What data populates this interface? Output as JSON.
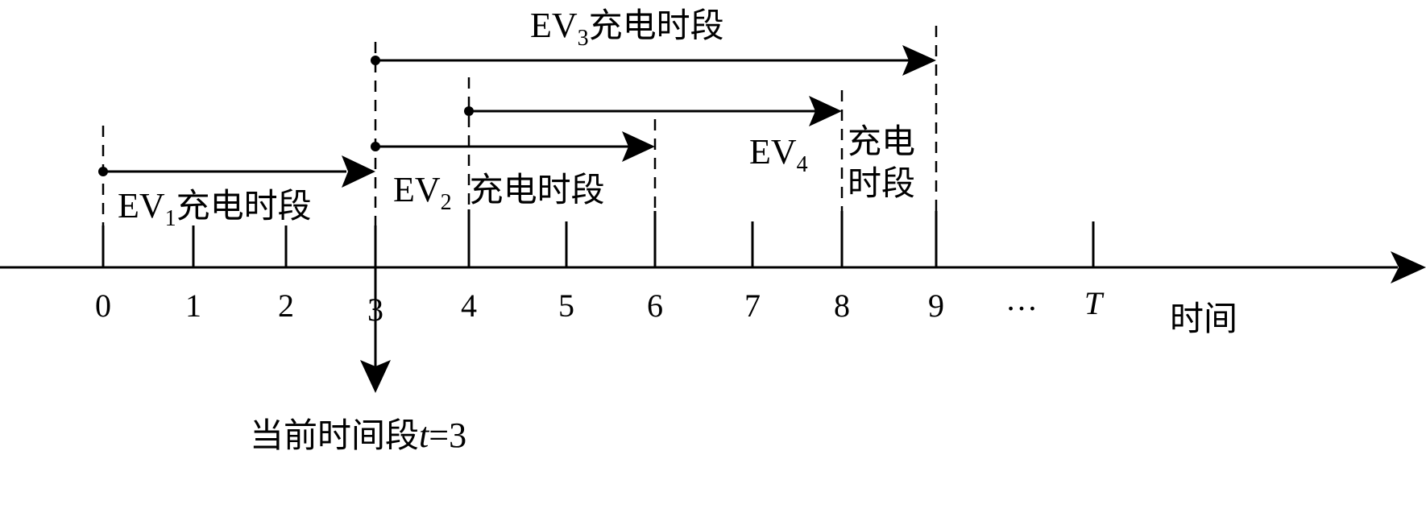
{
  "axis": {
    "tick_labels": [
      "0",
      "1",
      "2",
      "3",
      "4",
      "5",
      "6",
      "7",
      "8",
      "9"
    ],
    "ellipsis": "…",
    "T_label": "T",
    "axis_title": "时间"
  },
  "ev1": {
    "prefix": "EV",
    "sub": "1",
    "text": "充电时段",
    "start": 0,
    "end": 3
  },
  "ev2": {
    "prefix": "EV",
    "sub": "2",
    "text": "充电时段",
    "start": 3,
    "end": 6
  },
  "ev3": {
    "prefix": "EV",
    "sub": "3",
    "text": "充电时段",
    "start": 3,
    "end": 9
  },
  "ev4": {
    "prefix": "EV",
    "sub": "4",
    "text_line1": "充电",
    "text_line2": "时段",
    "start": 4,
    "end": 8
  },
  "current": {
    "text": "当前时间段",
    "var": "t",
    "value": "=3",
    "time": 3
  }
}
